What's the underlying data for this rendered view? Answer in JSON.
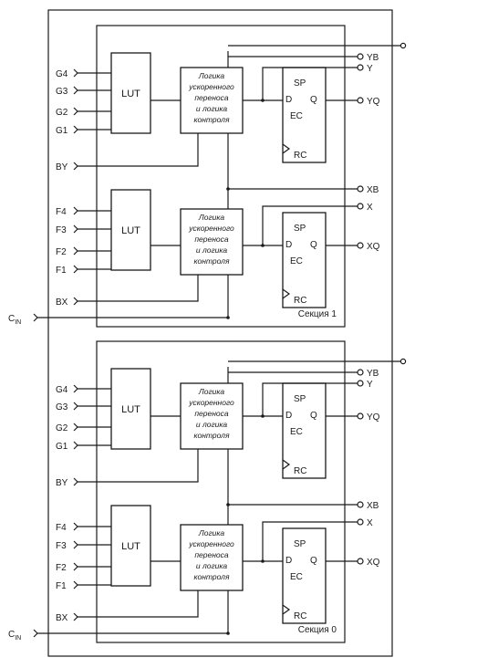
{
  "sections": [
    {
      "name": "Секция 1",
      "g_inputs": [
        "G4",
        "G3",
        "G2",
        "G1"
      ],
      "f_inputs": [
        "F4",
        "F3",
        "F2",
        "F1"
      ],
      "by": "BY",
      "bx": "BX",
      "lut": "LUT",
      "logic": [
        "Логика",
        "ускоренного",
        "переноса",
        "и логика",
        "контроля"
      ],
      "ff": {
        "sp": "SP",
        "d": "D",
        "q": "Q",
        "ec": "EC",
        "rc": "RC"
      },
      "outputs_top": [
        "YB",
        "Y",
        "YQ"
      ],
      "outputs_bottom": [
        "XB",
        "X",
        "XQ"
      ],
      "cin": "C",
      "cin_sub": "IN"
    },
    {
      "name": "Секция 0",
      "g_inputs": [
        "G4",
        "G3",
        "G2",
        "G1"
      ],
      "f_inputs": [
        "F4",
        "F3",
        "F2",
        "F1"
      ],
      "by": "BY",
      "bx": "BX",
      "lut": "LUT",
      "logic": [
        "Логика",
        "ускоренного",
        "переноса",
        "и логика",
        "контроля"
      ],
      "ff": {
        "sp": "SP",
        "d": "D",
        "q": "Q",
        "ec": "EC",
        "rc": "RC"
      },
      "outputs_top": [
        "YB",
        "Y",
        "YQ"
      ],
      "outputs_bottom": [
        "XB",
        "X",
        "XQ"
      ],
      "cin": "C",
      "cin_sub": "IN"
    }
  ]
}
